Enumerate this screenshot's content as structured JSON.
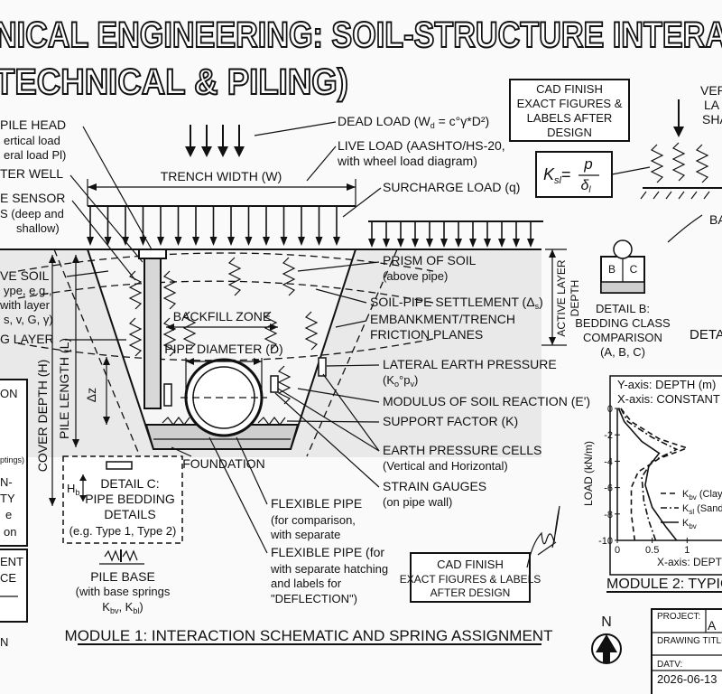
{
  "title": {
    "line1": "NICAL ENGINEERING: SOIL-STRUCTURE INTERA",
    "line2": "TECHNICAL & PILING)"
  },
  "cad_box_top": {
    "line1": "CAD FINISH",
    "line2": "EXACT FIGURES &",
    "line3": "LABELS AFTER",
    "line4": "DESIGN"
  },
  "cad_box_bottom": {
    "line1": "CAD FINISH",
    "line2": "EXACT FIGURES & LABELS",
    "line3": "AFTER DESIGN"
  },
  "formula": {
    "lhs": "K",
    "lhs_sub": "sl",
    "eq": "=",
    "num": "p",
    "den": "δ",
    "den_sub": "l"
  },
  "top_right_partial": {
    "l1": "VER",
    "l2": "LA",
    "l3": "SHA"
  },
  "ba_label": "BA",
  "left_labels": {
    "pile_head": "PILE HEAD",
    "pile_head_sub1": "ertical load",
    "pile_head_sub2": "eral load Pl)",
    "water_well": "TER WELL",
    "sensor": "E SENSOR",
    "sensor_sub1": "S (deep and",
    "sensor_sub2": "shallow)",
    "soil": "VE SOIL",
    "soil_sub1": "ype, e.g.,",
    "soil_sub2": "with layer",
    "soil_sub3": "s, v, G, γ)",
    "layer": "G LAYER",
    "frag_on": "ON",
    "frag_options": "ptings)",
    "frag_n": "N-",
    "frag_ty": "TY",
    "frag_e": "e",
    "frag_on2": "on",
    "frag_ent": "ENT",
    "frag_ce": "CE",
    "frag_n2": "N"
  },
  "loads": {
    "dead": "DEAD LOAD (W",
    "dead_sub": "d",
    "dead_rest": " = c°γ*D²)",
    "live1": "LIVE LOAD (AASHTO/HS-20,",
    "live2": "with wheel load diagram)",
    "trench_width": "TRENCH WIDTH (W)",
    "surcharge": "SURCHARGE LOAD (q)"
  },
  "right_labels": {
    "prism1": "PRISM OF SOIL",
    "prism2": "(above pipe)",
    "settlement": "SOIL-PIPE SETTLEMENT (Δ",
    "settlement_sub": "s",
    "embank1": "EMBANKMENT/TRENCH",
    "embank2": "FRICTION PLANES",
    "lateral1": "LATERAL EARTH PRESSURE",
    "lateral2": "(K",
    "lateral2_sub": "o",
    "lateral2_mid": "°p",
    "lateral2_sub2": "v",
    "modulus": "MODULUS OF SOIL REACTION (E')",
    "support": "SUPPORT FACTOR (K)",
    "cells1": "EARTH PRESSURE CELLS",
    "cells2": "(Vertical and Horizontal)",
    "gauges1": "STRAIN GAUGES",
    "gauges2": "(on pipe wall)",
    "active_layer": "ACTIVE LAYER",
    "depth": "DEPTH"
  },
  "inner_labels": {
    "backfill": "BACKFILL ZONE",
    "pipe_diameter": "PIPE DIAMETER (D)",
    "foundation": "FOUNDATION",
    "dz": "Δz",
    "cover_depth": "COVER DEPTH (H)",
    "pile_length": "PILE LENGTH (L)"
  },
  "detail_c": {
    "hb": "H",
    "hb_sub": "b",
    "l1": "DETAIL C:",
    "l2": "PIPE BEDDING",
    "l3": "DETAILS",
    "l4": "(e.g. Type 1, Type 2)"
  },
  "pile_base": {
    "l1": "PILE BASE",
    "l2": "(with base springs",
    "l3": "K",
    "l3_sub": "bv",
    "l3_mid": ", K",
    "l3_sub2": "bl",
    "l3_end": ")"
  },
  "flexible": {
    "a1": "FLEXIBLE PIPE",
    "a2": "(for comparison,",
    "a3": "with separate",
    "b1": "FLEXIBLE PIPE (for",
    "b2": "with separate hatching",
    "b3": "and labels for",
    "b4": "\"DEFLECTION\")"
  },
  "detail_b": {
    "b": "B",
    "c": "C",
    "l1": "DETAIL B:",
    "l2": "BEDDING CLASS",
    "l3": "COMPARISON",
    "l4": "(A, B, C)"
  },
  "deta_partial": "DETA",
  "module1": "MODULE 1: INTERACTION SCHEMATIC AND SPRING ASSIGNMENT",
  "module2": "MODULE 2: TYPIC",
  "north": "N",
  "title_block": {
    "project": "PROJECT:",
    "project_value": "A",
    "drawing_title": "DRAWING TITLE",
    "date_label": "DATV:",
    "date_value": "2026-06-13"
  },
  "signature": "signature",
  "chart_data": {
    "type": "line",
    "title": "",
    "header1": "Y-axis: DEPTH (m)",
    "header2": "X-axis: CONSTANT",
    "ylabel": "LOAD (kN/m)",
    "xlabel": "X-axis: DEPTH",
    "xlim": [
      0,
      1.5
    ],
    "ylim": [
      -10,
      0
    ],
    "xticks": [
      "0",
      "0.5",
      "1"
    ],
    "yticks": [
      "0",
      "-2",
      "-4",
      "-6",
      "-8",
      "-10"
    ],
    "legend_placement": "bottom-right",
    "series": [
      {
        "name": "K",
        "name_sub": "bv",
        "name_rest": " (Clay,",
        "style": "dashed",
        "points": [
          [
            0.05,
            0
          ],
          [
            0.2,
            -1.0
          ],
          [
            0.6,
            -2.3
          ],
          [
            1.0,
            -3.0
          ],
          [
            0.6,
            -3.8
          ],
          [
            0.3,
            -4.8
          ],
          [
            0.2,
            -6.0
          ],
          [
            0.2,
            -8.0
          ],
          [
            0.25,
            -10
          ]
        ]
      },
      {
        "name": "K",
        "name_sub": "sl",
        "name_rest": " (Sand",
        "style": "dash-dot",
        "points": [
          [
            0.05,
            0
          ],
          [
            0.15,
            -1.0
          ],
          [
            0.5,
            -2.2
          ],
          [
            0.85,
            -3.1
          ],
          [
            0.5,
            -4.0
          ],
          [
            0.35,
            -5.2
          ],
          [
            0.38,
            -7.0
          ],
          [
            0.45,
            -8.5
          ],
          [
            0.55,
            -10
          ]
        ]
      },
      {
        "name": "K",
        "name_sub": "bv",
        "name_rest": "",
        "style": "solid",
        "points": [
          [
            0.02,
            0
          ],
          [
            0.1,
            -1.0
          ],
          [
            0.35,
            -2.5
          ],
          [
            0.6,
            -3.4
          ],
          [
            0.45,
            -4.4
          ],
          [
            0.4,
            -5.8
          ],
          [
            0.5,
            -7.5
          ],
          [
            0.7,
            -9.0
          ],
          [
            0.85,
            -10
          ]
        ]
      }
    ]
  }
}
